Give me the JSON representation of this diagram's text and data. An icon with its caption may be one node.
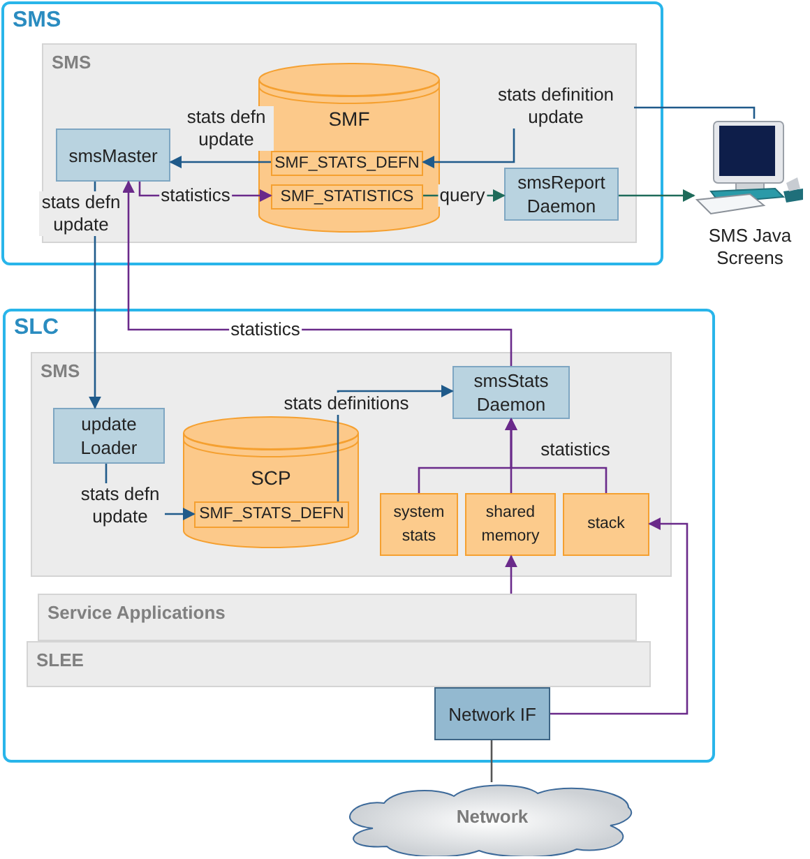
{
  "diagram": {
    "nodes": [
      {
        "text": [
          "SMS"
        ]
      },
      {
        "text": [
          "SMS"
        ],
        "in": 0
      },
      {
        "text": [
          "SMF"
        ],
        "in": 1
      },
      {
        "text": [
          "SMF_STATS_DEFN"
        ],
        "in": 2
      },
      {
        "text": [
          "SMF_STATISTICS"
        ],
        "in": 2
      },
      {
        "text": [
          "smsMaster"
        ],
        "in": 1
      },
      {
        "text": [
          "smsReport Daemon"
        ],
        "in": 1
      },
      {
        "text": [],
        "shape": "picture",
        "beside": [
          "SMS Java Screens"
        ]
      },
      {
        "text": [
          "SLC"
        ]
      },
      {
        "text": [
          "SMS"
        ],
        "in": 8
      },
      {
        "text": [
          "update Loader"
        ],
        "in": 9
      },
      {
        "text": [
          "SCP"
        ],
        "in": 9
      },
      {
        "text": [
          "SMF_STATS_DEFN"
        ],
        "in": 11
      },
      {
        "text": [
          "smsStats Daemon"
        ],
        "in": 9
      },
      {
        "text": [
          "system stats"
        ],
        "in": 9
      },
      {
        "text": [
          "shared memory"
        ],
        "in": 9
      },
      {
        "text": [
          "stack"
        ],
        "in": 9
      },
      {
        "text": [
          "Service Applications"
        ],
        "in": 8
      },
      {
        "text": [
          "SLEE"
        ],
        "in": 8
      },
      {
        "text": [
          "Network IF"
        ],
        "in": 8
      },
      {
        "text": [
          "Network"
        ]
      }
    ],
    "edges": [
      {
        "from": 3,
        "to": 5,
        "arrow": "to",
        "label": "stats defn update",
        "color": "#1f5a8a"
      },
      {
        "from": 5,
        "to": 4,
        "arrow": "to",
        "label": "statistics"
      },
      {
        "from": 7,
        "to": 3,
        "arrow": "to",
        "label": "stats definition update",
        "color": "#1f5a8a"
      },
      {
        "from": 4,
        "to": 6,
        "arrow": "to",
        "label": "query",
        "color": "#1e6b5a"
      },
      {
        "from": 6,
        "to": 7,
        "arrow": "to",
        "color": "#1e6b5a"
      },
      {
        "from": 5,
        "to": 10,
        "arrow": "to",
        "label": "stats defn update",
        "color": "#1f5a8a"
      },
      {
        "from": 13,
        "to": 5,
        "arrow": "to",
        "label": "statistics"
      },
      {
        "from": 10,
        "to": 12,
        "arrow": "to",
        "label": "stats defn update",
        "color": "#1f5a8a"
      },
      {
        "from": 12,
        "to": 13,
        "arrow": "to",
        "label": "stats definitions",
        "color": "#1f5a8a"
      },
      {
        "from": 14,
        "to": 13,
        "arrow": "to"
      },
      {
        "from": 15,
        "to": 13,
        "arrow": "to"
      },
      {
        "from": 16,
        "to": 13,
        "arrow": "to",
        "label": "statistics"
      },
      {
        "from": 17,
        "to": 15,
        "arrow": "to"
      },
      {
        "from": 19,
        "to": 16,
        "arrow": "to"
      },
      {
        "from": 19,
        "to": 20,
        "arrow": "none",
        "color": "#555555"
      }
    ]
  }
}
